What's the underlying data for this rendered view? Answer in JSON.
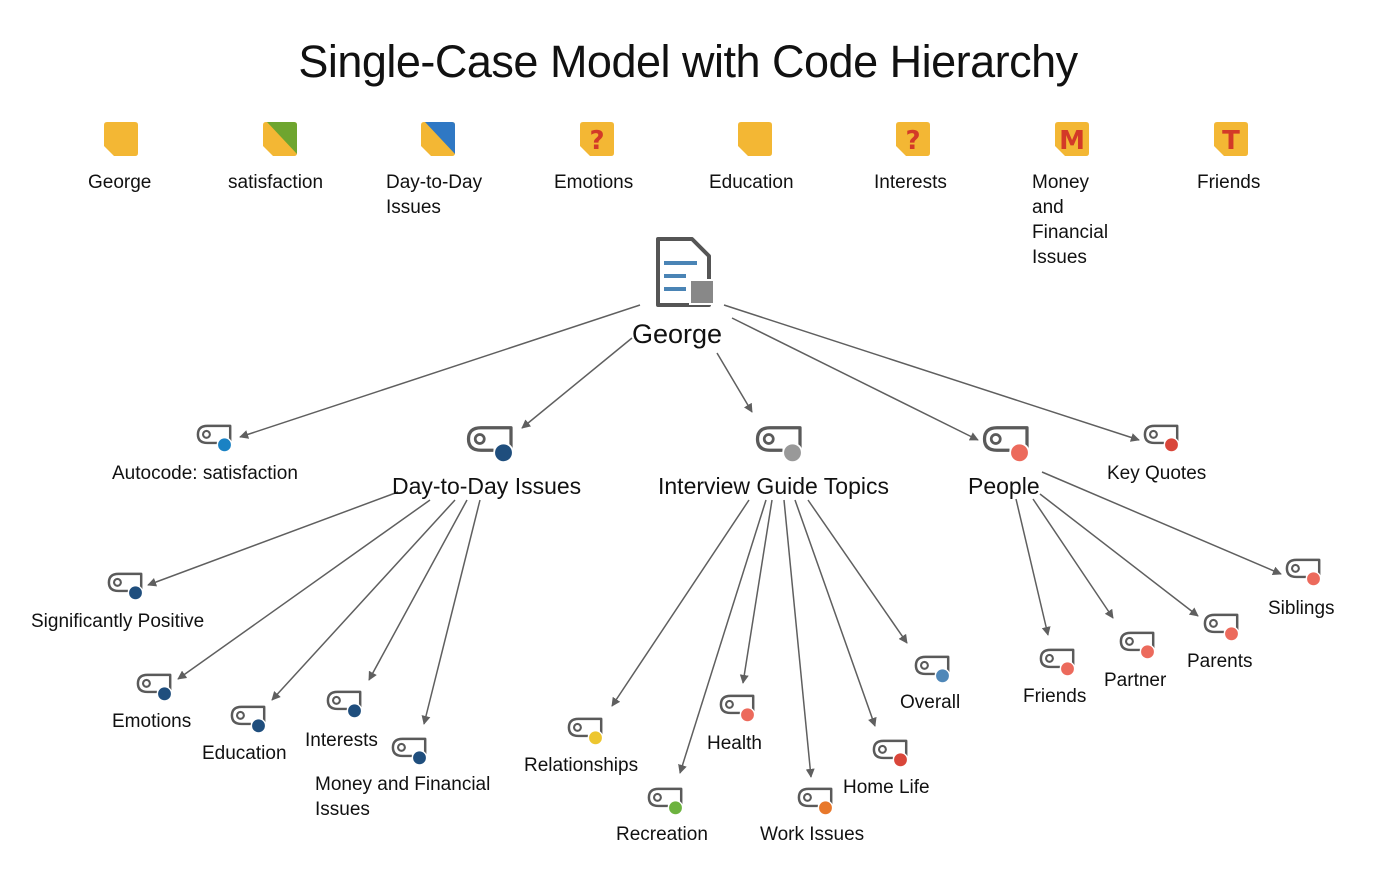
{
  "title": "Single-Case Model with Code Hierarchy",
  "legend": [
    {
      "label": "George",
      "icon": "case-note-icon",
      "color": "#f3b734",
      "secondary": null,
      "glyph": ""
    },
    {
      "label": "satisfaction",
      "icon": "autocode-source-icon",
      "color": "#f3b734",
      "secondary": "#6ea52f",
      "glyph": ""
    },
    {
      "label": "Day-to-Day\nIssues",
      "icon": "code-source-icon",
      "color": "#f3b734",
      "secondary": "#2f78c4",
      "glyph": ""
    },
    {
      "label": "Emotions",
      "icon": "question-source-icon",
      "color": "#f3b734",
      "secondary": null,
      "glyph": "?"
    },
    {
      "label": "Education",
      "icon": "source-icon",
      "color": "#f3b734",
      "secondary": null,
      "glyph": ""
    },
    {
      "label": "Interests",
      "icon": "question-source-icon",
      "color": "#f3b734",
      "secondary": null,
      "glyph": "?"
    },
    {
      "label": "Money\nand\nFinancial\nIssues",
      "icon": "memo-source-icon",
      "color": "#f3b734",
      "secondary": null,
      "glyph": "M"
    },
    {
      "label": "Friends",
      "icon": "text-source-icon",
      "color": "#f3b734",
      "secondary": null,
      "glyph": "T"
    }
  ],
  "root": {
    "label": "George",
    "icon": "case-document-icon"
  },
  "nodes": [
    {
      "id": "autocode",
      "label": "Autocode: satisfaction",
      "color": "#1a82c4",
      "parent": "root"
    },
    {
      "id": "daytoday",
      "label": "Day-to-Day Issues",
      "color": "#1f4e7d",
      "parent": "root"
    },
    {
      "id": "igt",
      "label": "Interview Guide Topics",
      "color": "#999999",
      "parent": "root"
    },
    {
      "id": "people",
      "label": "People",
      "color": "#ec6a5c",
      "parent": "root"
    },
    {
      "id": "keyquotes",
      "label": "Key Quotes",
      "color": "#d9463a",
      "parent": "root"
    },
    {
      "id": "sigpos",
      "label": "Significantly Positive",
      "color": "#1f4e7d",
      "parent": "daytoday"
    },
    {
      "id": "emotions",
      "label": "Emotions",
      "color": "#1f4e7d",
      "parent": "daytoday"
    },
    {
      "id": "education",
      "label": "Education",
      "color": "#1f4e7d",
      "parent": "daytoday"
    },
    {
      "id": "interests",
      "label": "Interests",
      "color": "#1f4e7d",
      "parent": "daytoday"
    },
    {
      "id": "money",
      "label": "Money and Financial\nIssues",
      "color": "#1f4e7d",
      "parent": "daytoday"
    },
    {
      "id": "relationships",
      "label": "Relationships",
      "color": "#edc62f",
      "parent": "igt"
    },
    {
      "id": "recreation",
      "label": "Recreation",
      "color": "#6db33f",
      "parent": "igt"
    },
    {
      "id": "health",
      "label": "Health",
      "color": "#ec6a5c",
      "parent": "igt"
    },
    {
      "id": "workissues",
      "label": "Work Issues",
      "color": "#e8782b",
      "parent": "igt"
    },
    {
      "id": "homelife",
      "label": "Home Life",
      "color": "#d9463a",
      "parent": "igt"
    },
    {
      "id": "overall",
      "label": "Overall",
      "color": "#4f87b8",
      "parent": "igt"
    },
    {
      "id": "friends",
      "label": "Friends",
      "color": "#ec6a5c",
      "parent": "people"
    },
    {
      "id": "partner",
      "label": "Partner",
      "color": "#ec6a5c",
      "parent": "people"
    },
    {
      "id": "parents",
      "label": "Parents",
      "color": "#ec6a5c",
      "parent": "people"
    },
    {
      "id": "siblings",
      "label": "Siblings",
      "color": "#ec6a5c",
      "parent": "people"
    }
  ],
  "edge_color": "#5f5f5f"
}
